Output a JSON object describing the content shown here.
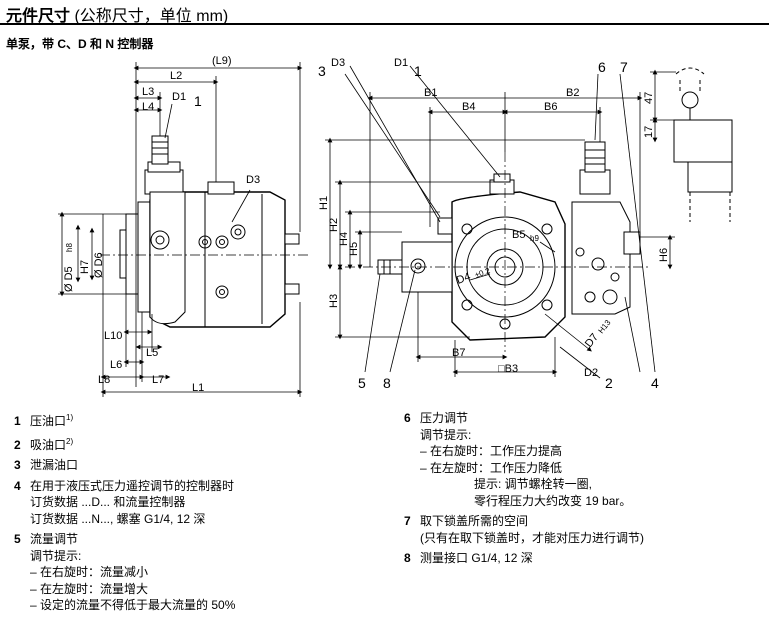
{
  "header": {
    "title": "元件尺寸",
    "title_unit": "(公称尺寸，单位 mm)",
    "subtitle": "单泵，带 C、D 和 N 控制器"
  },
  "drawing_labels": {
    "L9": "(L9)",
    "L2": "L2",
    "L3": "L3",
    "L4": "L4",
    "D1": "D1",
    "D3": "D3",
    "D5": "Ø D5",
    "h8": "h8",
    "H7": "H7",
    "D6": "Ø D6",
    "L10": "L10",
    "L5": "L5",
    "L6": "L6",
    "L8": "L8",
    "L7": "L7",
    "L1": "L1",
    "B1": "B1",
    "B2": "B2",
    "B4": "B4",
    "B6": "B6",
    "H1": "H1",
    "H2": "H2",
    "H4": "H4",
    "H5": "H5",
    "H3": "H3",
    "H6": "H6",
    "B5": "B5",
    "h9": "h9",
    "D4": "D4",
    "tol": "±0.2",
    "D7": "D7",
    "H13": "H13",
    "B7": "B7",
    "B3": "□B3",
    "D2": "D2",
    "dim47": "47",
    "dim17": "17",
    "c1": "1",
    "c2": "2",
    "c3": "3",
    "c4": "4",
    "c5": "5",
    "c6": "6",
    "c7": "7",
    "c8": "8"
  },
  "legend_left": {
    "i1": {
      "num": "1",
      "text": "压油口",
      "sup": "1)"
    },
    "i2": {
      "num": "2",
      "text": "吸油口",
      "sup": "2)"
    },
    "i3": {
      "num": "3",
      "text": "泄漏油口"
    },
    "i4": {
      "num": "4",
      "text": "在用于液压式压力遥控调节的控制器时",
      "l2": "订货数据 ...D... 和流量控制器",
      "l3": "订货数据 ...N..., 螺塞 G1/4, 12 深"
    },
    "i5": {
      "num": "5",
      "text": "流量调节",
      "hint": "调节提示:",
      "b1": "–  在右旋时：流量减小",
      "b2": "–  在左旋时：流量增大",
      "b3": "–  设定的流量不得低于最大流量的 50%"
    }
  },
  "legend_right": {
    "i6": {
      "num": "6",
      "text": "压力调节",
      "hint": "调节提示:",
      "b1": "–  在右旋时：工作压力提高",
      "b2": "–  在左旋时：工作压力降低",
      "n1": "提示: 调节螺栓转一圈,",
      "n2": "零行程压力大约改变 19 bar。"
    },
    "i7": {
      "num": "7",
      "text": "取下锁盖所需的空间",
      "l2": "(只有在取下锁盖时，才能对压力进行调节)"
    },
    "i8": {
      "num": "8",
      "text": "测量接口 G1/4, 12 深"
    }
  }
}
